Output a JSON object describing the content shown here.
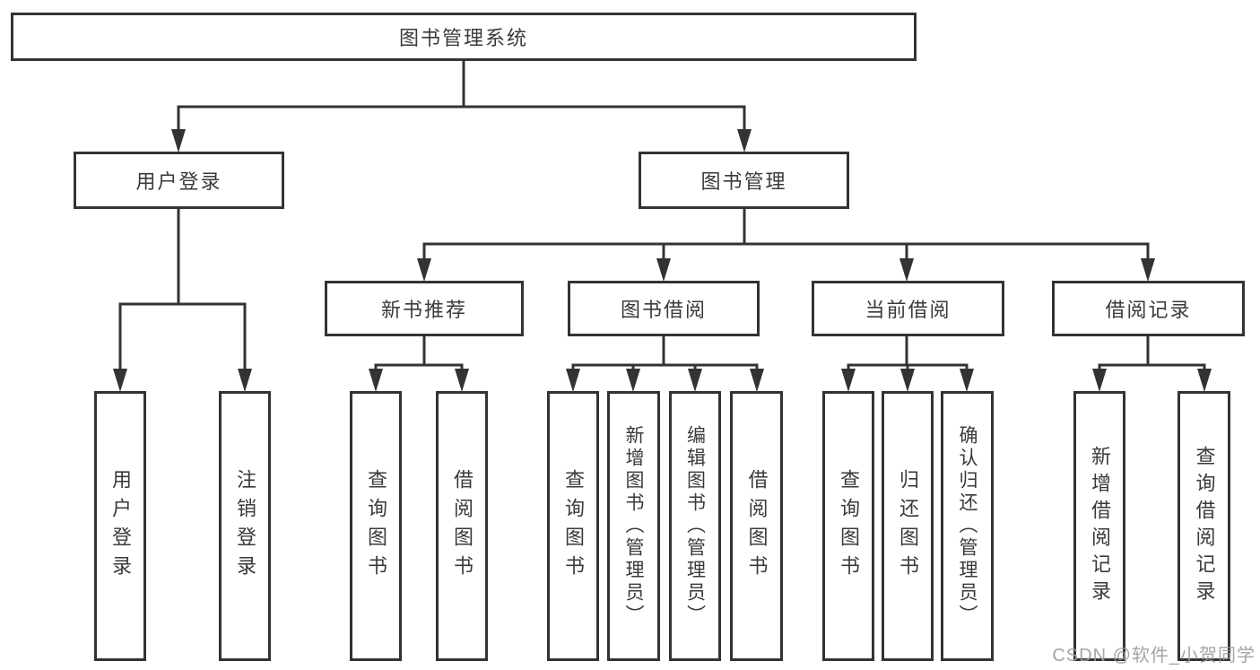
{
  "tree": {
    "root": "图书管理系统",
    "login": {
      "label": "用户登录",
      "leaves": [
        "用户登录",
        "注销登录"
      ]
    },
    "mgmt": {
      "label": "图书管理",
      "groups": [
        {
          "label": "新书推荐",
          "leaves": [
            "查询图书",
            "借阅图书"
          ]
        },
        {
          "label": "图书借阅",
          "leaves": [
            "查询图书",
            "新增图书（管理员）",
            "编辑图书（管理员）",
            "借阅图书"
          ]
        },
        {
          "label": "当前借阅",
          "leaves": [
            "查询图书",
            "归还图书",
            "确认归还（管理员）"
          ]
        },
        {
          "label": "借阅记录",
          "leaves": [
            "新增借阅记录",
            "查询借阅记录"
          ]
        }
      ]
    }
  },
  "watermark": "CSDN @软件_小贺同学",
  "colors": {
    "line": "#333333",
    "text": "#3a3a3a",
    "watermark": "#9b9b9b",
    "background": "#ffffff"
  }
}
